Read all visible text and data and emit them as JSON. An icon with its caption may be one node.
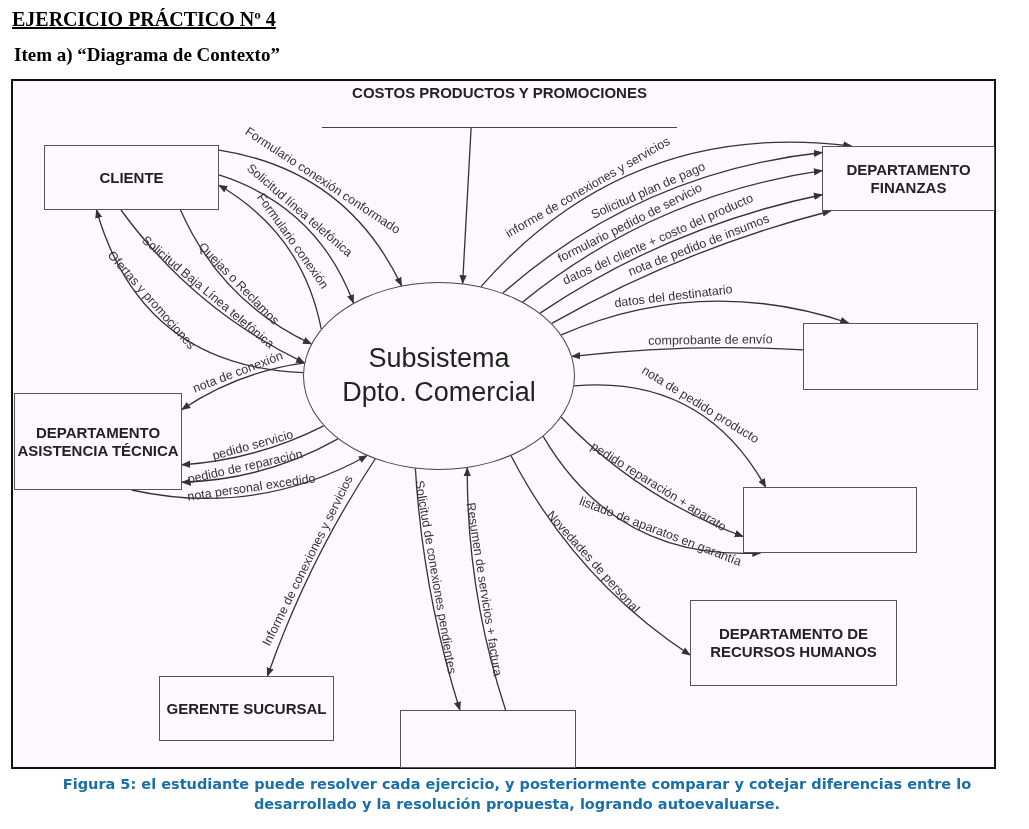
{
  "diagram": {
    "title": "EJERCICIO PRÁCTICO Nº 4",
    "labels": [
      "Item a)  “Diagrama de Contexto”"
    ],
    "caption": "Figura 5: el estudiante puede resolver cada ejercicio, y posteriormente comparar y cotejar diferencias entre lo desarrollado y la resolución propuesta, logrando autoevaluarse.",
    "nodes": [
      {
        "text": [
          "COSTOS PRODUCTOS Y PROMOCIONES"
        ]
      },
      {
        "text": [
          "CLIENTE"
        ]
      },
      {
        "text": [
          "DEPARTAMENTO FINANZAS"
        ]
      },
      {
        "text": [
          "Subsistema Dpto. Comercial"
        ]
      },
      {
        "text": [],
        "shape": "box"
      },
      {
        "text": [
          "DEPARTAMENTO ASISTENCIA TÉCNICA"
        ]
      },
      {
        "text": [],
        "shape": "box"
      },
      {
        "text": [
          "DEPARTAMENTO DE RECURSOS HUMANOS"
        ]
      },
      {
        "text": [
          "GERENTE SUCURSAL"
        ]
      },
      {
        "text": [],
        "shape": "box"
      }
    ],
    "edges": [
      {
        "from": 0,
        "to": 3,
        "arrow": "to"
      },
      {
        "from": 1,
        "to": 3,
        "arrow": "to",
        "label": "Formulario conexión conformado"
      },
      {
        "from": 1,
        "to": 3,
        "arrow": "to",
        "label": "Solicitud línea telefónica"
      },
      {
        "from": 3,
        "to": 1,
        "arrow": "to",
        "label": "Formulario conexión"
      },
      {
        "from": 1,
        "to": 3,
        "arrow": "to",
        "label": "Quejas o Reclamos"
      },
      {
        "from": 1,
        "to": 3,
        "arrow": "to",
        "label": "Solicitud Baja Línea telefónica"
      },
      {
        "from": 3,
        "to": 1,
        "arrow": "to",
        "label": "Ofertas y promociones"
      },
      {
        "from": 3,
        "to": 2,
        "arrow": "to",
        "label": "informe de conexiones y servicios"
      },
      {
        "from": 3,
        "to": 2,
        "arrow": "to",
        "label": "Solicitud plan de pago"
      },
      {
        "from": 3,
        "to": 2,
        "arrow": "to",
        "label": "formulario pedido de servicio"
      },
      {
        "from": 3,
        "to": 2,
        "arrow": "to",
        "label": "datos del cliente + costo del producto"
      },
      {
        "from": 3,
        "to": 2,
        "arrow": "to",
        "label": "nota de pedido de insumos"
      },
      {
        "from": 3,
        "to": 4,
        "arrow": "to",
        "label": "datos del destinatario"
      },
      {
        "from": 4,
        "to": 3,
        "arrow": "to",
        "label": "comprobante de envío"
      },
      {
        "from": 3,
        "to": 6,
        "arrow": "to",
        "label": "nota de pedido producto"
      },
      {
        "from": 3,
        "to": 6,
        "arrow": "to",
        "label": "pedido reparación + aparato"
      },
      {
        "from": 3,
        "to": 6,
        "arrow": "to",
        "label": "listado de aparatos en garantía"
      },
      {
        "from": 3,
        "to": 7,
        "arrow": "to",
        "label": "Novedades de personal"
      },
      {
        "from": 3,
        "to": 9,
        "arrow": "to",
        "label": "Solicitud de conexiones pendientes"
      },
      {
        "from": 9,
        "to": 3,
        "arrow": "to",
        "label": "Resumen de servicios + factura"
      },
      {
        "from": 3,
        "to": 8,
        "arrow": "to",
        "label": "Informe de conexiones y servicios"
      },
      {
        "from": 3,
        "to": 5,
        "arrow": "to",
        "label": "nota de conexión"
      },
      {
        "from": 3,
        "to": 5,
        "arrow": "to",
        "label": "pedido servicio"
      },
      {
        "from": 3,
        "to": 5,
        "arrow": "to",
        "label": "pedido de reparación"
      },
      {
        "from": 5,
        "to": 3,
        "arrow": "to",
        "label": "nota personal excedido"
      }
    ]
  }
}
